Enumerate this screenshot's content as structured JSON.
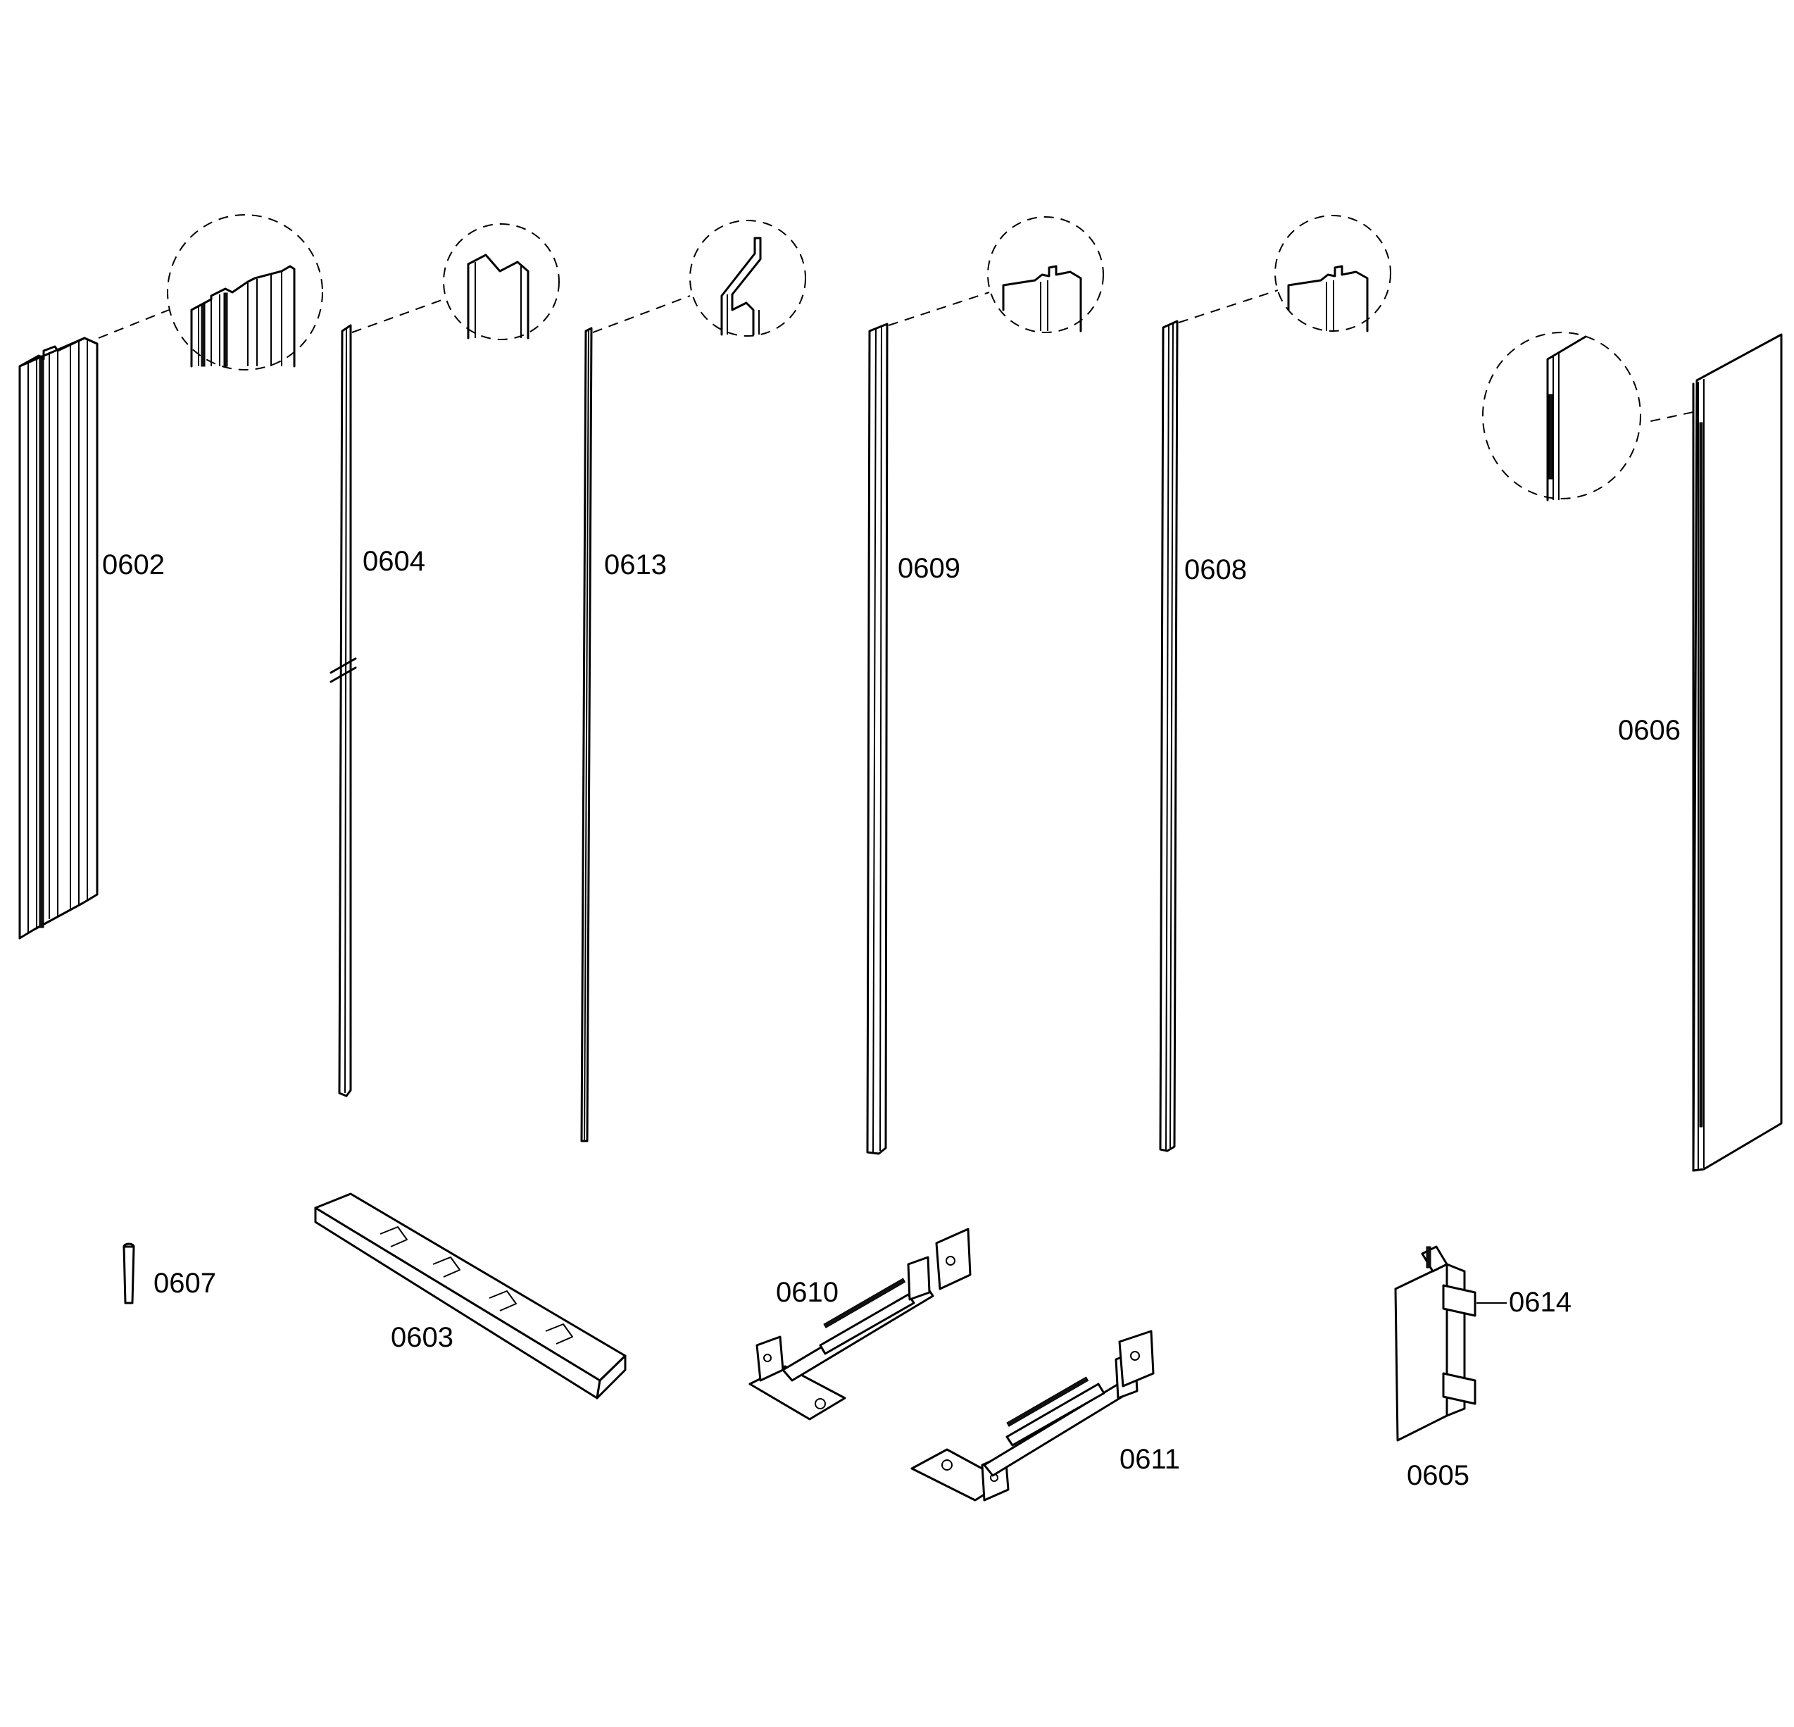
{
  "parts": {
    "p0602": "0602",
    "p0604": "0604",
    "p0613": "0613",
    "p0609": "0609",
    "p0608": "0608",
    "p0606": "0606",
    "p0607": "0607",
    "p0603": "0603",
    "p0610": "0610",
    "p0611": "0611",
    "p0614": "0614",
    "p0605": "0605"
  }
}
